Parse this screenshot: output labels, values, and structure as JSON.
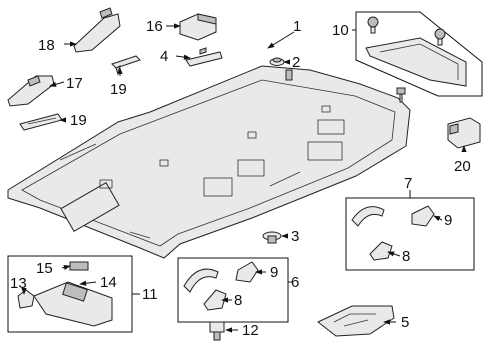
{
  "diagram": {
    "callouts": {
      "c1": "1",
      "c2": "2",
      "c3": "3",
      "c4": "4",
      "c5": "5",
      "c6": "6",
      "c7": "7",
      "c8a": "8",
      "c8b": "8",
      "c9a": "9",
      "c9b": "9",
      "c10": "10",
      "c11": "11",
      "c12": "12",
      "c13": "13",
      "c14": "14",
      "c15": "15",
      "c16": "16",
      "c17": "17",
      "c18": "18",
      "c19": "19",
      "c20": "20"
    }
  }
}
